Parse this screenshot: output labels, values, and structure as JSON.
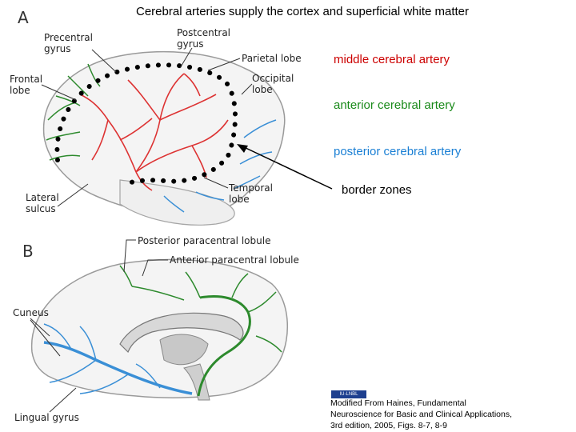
{
  "title": "Cerebral arteries supply the cortex and superficial white matter",
  "legend": {
    "middle": {
      "text": "middle cerebral artery",
      "color": "#cc0000"
    },
    "anterior": {
      "text": "anterior cerebral artery",
      "color": "#1a8a1a"
    },
    "posterior": {
      "text": "posterior cerebral artery",
      "color": "#1a7fd4"
    },
    "border": {
      "text": "border zones",
      "color": "#000000"
    }
  },
  "panel_a": {
    "letter": "A",
    "labels": {
      "precentral": "Precentral gyrus",
      "postcentral": "Postcentral gyrus",
      "parietal": "Parietal lobe",
      "frontal": "Frontal lobe",
      "occipital": "Occipital lobe",
      "temporal": "Temporal lobe",
      "lateral": "Lateral sulcus"
    }
  },
  "panel_b": {
    "letter": "B",
    "labels": {
      "posterior_paracentral": "Posterior paracentral lobule",
      "anterior_paracentral": "Anterior paracentral lobule",
      "cuneus": "Cuneus",
      "lingual": "Lingual gyrus"
    }
  },
  "credit": {
    "badge": "IU-LNBL",
    "text": "Modified From Haines, Fundamental Neuroscience for Basic and Clinical Applications, 3rd edition, 2005, Figs. 8-7, 8-9"
  }
}
